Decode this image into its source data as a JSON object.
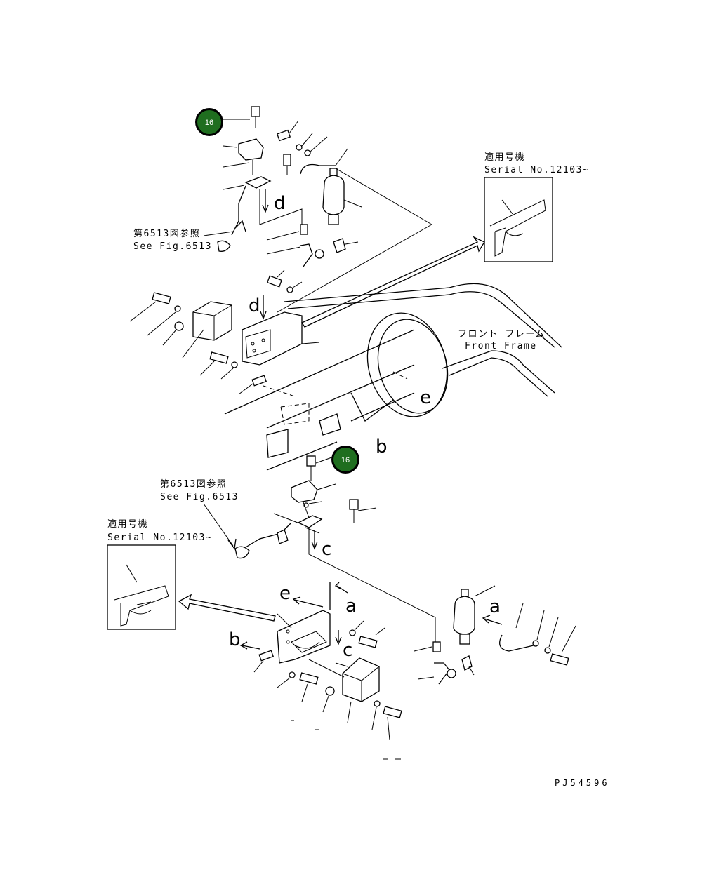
{
  "callouts": [
    {
      "label": "16",
      "color": "#1f6e1f"
    },
    {
      "label": "16",
      "color": "#1f6e1f"
    }
  ],
  "notes": {
    "serial_top": {
      "line1": "適用号機",
      "line2": "Serial No.12103~"
    },
    "serial_bottom": {
      "line1": "適用号機",
      "line2": "Serial No.12103~"
    },
    "see_fig_top": {
      "line1": "第6513図参照",
      "line2": "See Fig.6513"
    },
    "see_fig_bottom": {
      "line1": "第6513図参照",
      "line2": "See Fig.6513"
    },
    "front_frame": {
      "line1": "フロント フレーム",
      "line2": "Front Frame"
    }
  },
  "view_letters": {
    "a": "a",
    "b": "b",
    "c": "c",
    "d": "d",
    "e": "e"
  },
  "part_code": "PJ54596",
  "colors": {
    "line": "#000000",
    "background": "#ffffff",
    "callout_fill": "#1f6e1f"
  }
}
